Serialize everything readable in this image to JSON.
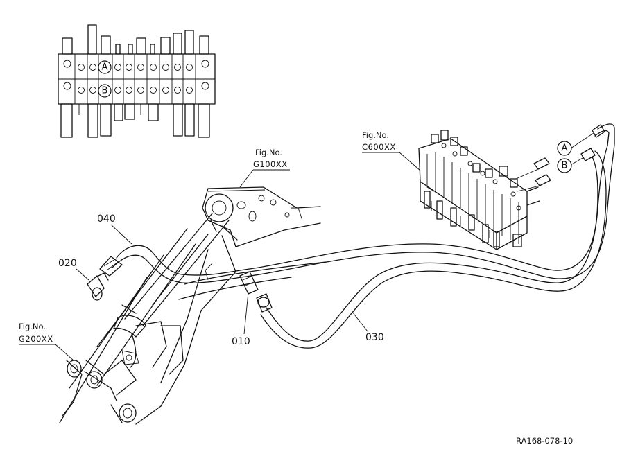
{
  "refs": {
    "g100": {
      "line1": "Fig.No.",
      "line2": "G100XX"
    },
    "g200": {
      "line1": "Fig.No.",
      "line2": "G200XX"
    },
    "c600": {
      "line1": "Fig.No.",
      "line2": "C600XX"
    }
  },
  "parts": {
    "p010": "010",
    "p020": "020",
    "p030": "030",
    "p040": "040"
  },
  "ports": {
    "a": "A",
    "b": "B"
  },
  "drawing_code": "RA168-078-10"
}
